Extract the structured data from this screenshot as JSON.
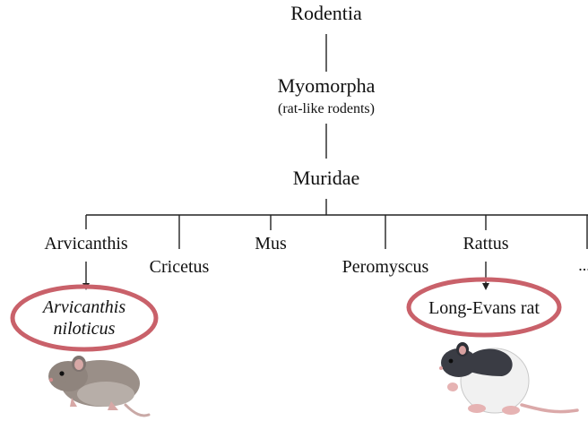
{
  "tree": {
    "root": "Rodentia",
    "suborder": {
      "name": "Myomorpha",
      "note": "(rat-like rodents)"
    },
    "family": "Muridae",
    "genera": [
      {
        "key": "arvicanthis",
        "label": "Arvicanthis"
      },
      {
        "key": "cricetus",
        "label": "Cricetus"
      },
      {
        "key": "mus",
        "label": "Mus"
      },
      {
        "key": "peromyscus",
        "label": "Peromyscus"
      },
      {
        "key": "rattus",
        "label": "Rattus"
      },
      {
        "key": "more",
        "label": "..."
      }
    ],
    "species": [
      {
        "key": "arvicanthis",
        "line1": "Arvicanthis",
        "line2": "niloticus",
        "italic": true
      },
      {
        "key": "rattus",
        "line1": "Long-Evans rat",
        "italic": false
      }
    ]
  },
  "colors": {
    "line": "#222222",
    "highlight_ellipse": "#c9616a",
    "grass_rat_fur": "#9a8f88",
    "long_evans_hood": "#3a3c44",
    "long_evans_body": "#f1f1f1",
    "tail_pink": "#dba9a9"
  },
  "icons": [
    "arvicanthis-niloticus-illustration",
    "long-evans-rat-illustration"
  ]
}
